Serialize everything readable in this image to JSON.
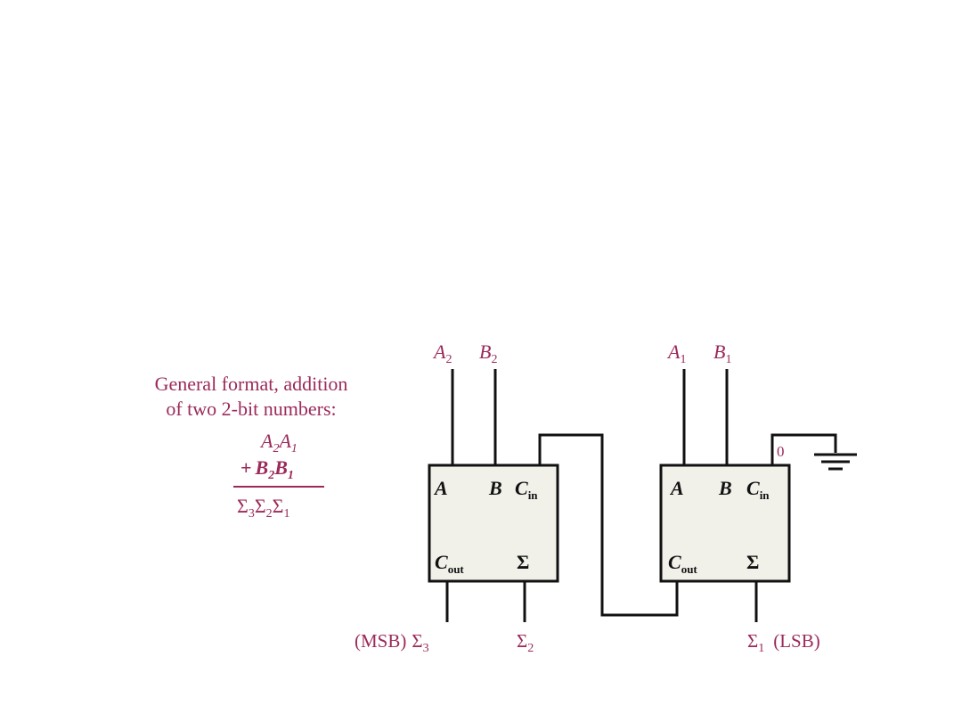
{
  "colors": {
    "label": "#9b2a5a",
    "wire": "#111111",
    "box_fill": "#f1f1ea"
  },
  "caption": {
    "line1": "General format, addition",
    "line2": "of two 2-bit numbers:"
  },
  "equation": {
    "row1": {
      "a": "A",
      "a_sub": "2",
      "b": "A",
      "b_sub": "1"
    },
    "row2": {
      "plus": "+",
      "a": "B",
      "a_sub": "2",
      "b": "B",
      "b_sub": "1"
    },
    "result": {
      "s": "Σ",
      "s1_sub": "3",
      "s2_sub": "2",
      "s3_sub": "1"
    }
  },
  "adder_msb": {
    "in_a_label": "A",
    "in_a_sub": "2",
    "in_b_label": "B",
    "in_b_sub": "2",
    "port_a": "A",
    "port_b": "B",
    "port_cin": "C",
    "port_cin_sub": "in",
    "port_cout": "C",
    "port_cout_sub": "out",
    "port_sum": "Σ",
    "out_cout_prefix": "(MSB)",
    "out_cout_label": "Σ",
    "out_cout_sub": "3",
    "out_sum_label": "Σ",
    "out_sum_sub": "2"
  },
  "adder_lsb": {
    "in_a_label": "A",
    "in_a_sub": "1",
    "in_b_label": "B",
    "in_b_sub": "1",
    "port_a": "A",
    "port_b": "B",
    "port_cin": "C",
    "port_cin_sub": "in",
    "port_cout": "C",
    "port_cout_sub": "out",
    "port_sum": "Σ",
    "cin_value": "0",
    "out_sum_label": "Σ",
    "out_sum_sub": "1",
    "out_sum_suffix": "(LSB)"
  },
  "ground_icon": "ground-symbol"
}
